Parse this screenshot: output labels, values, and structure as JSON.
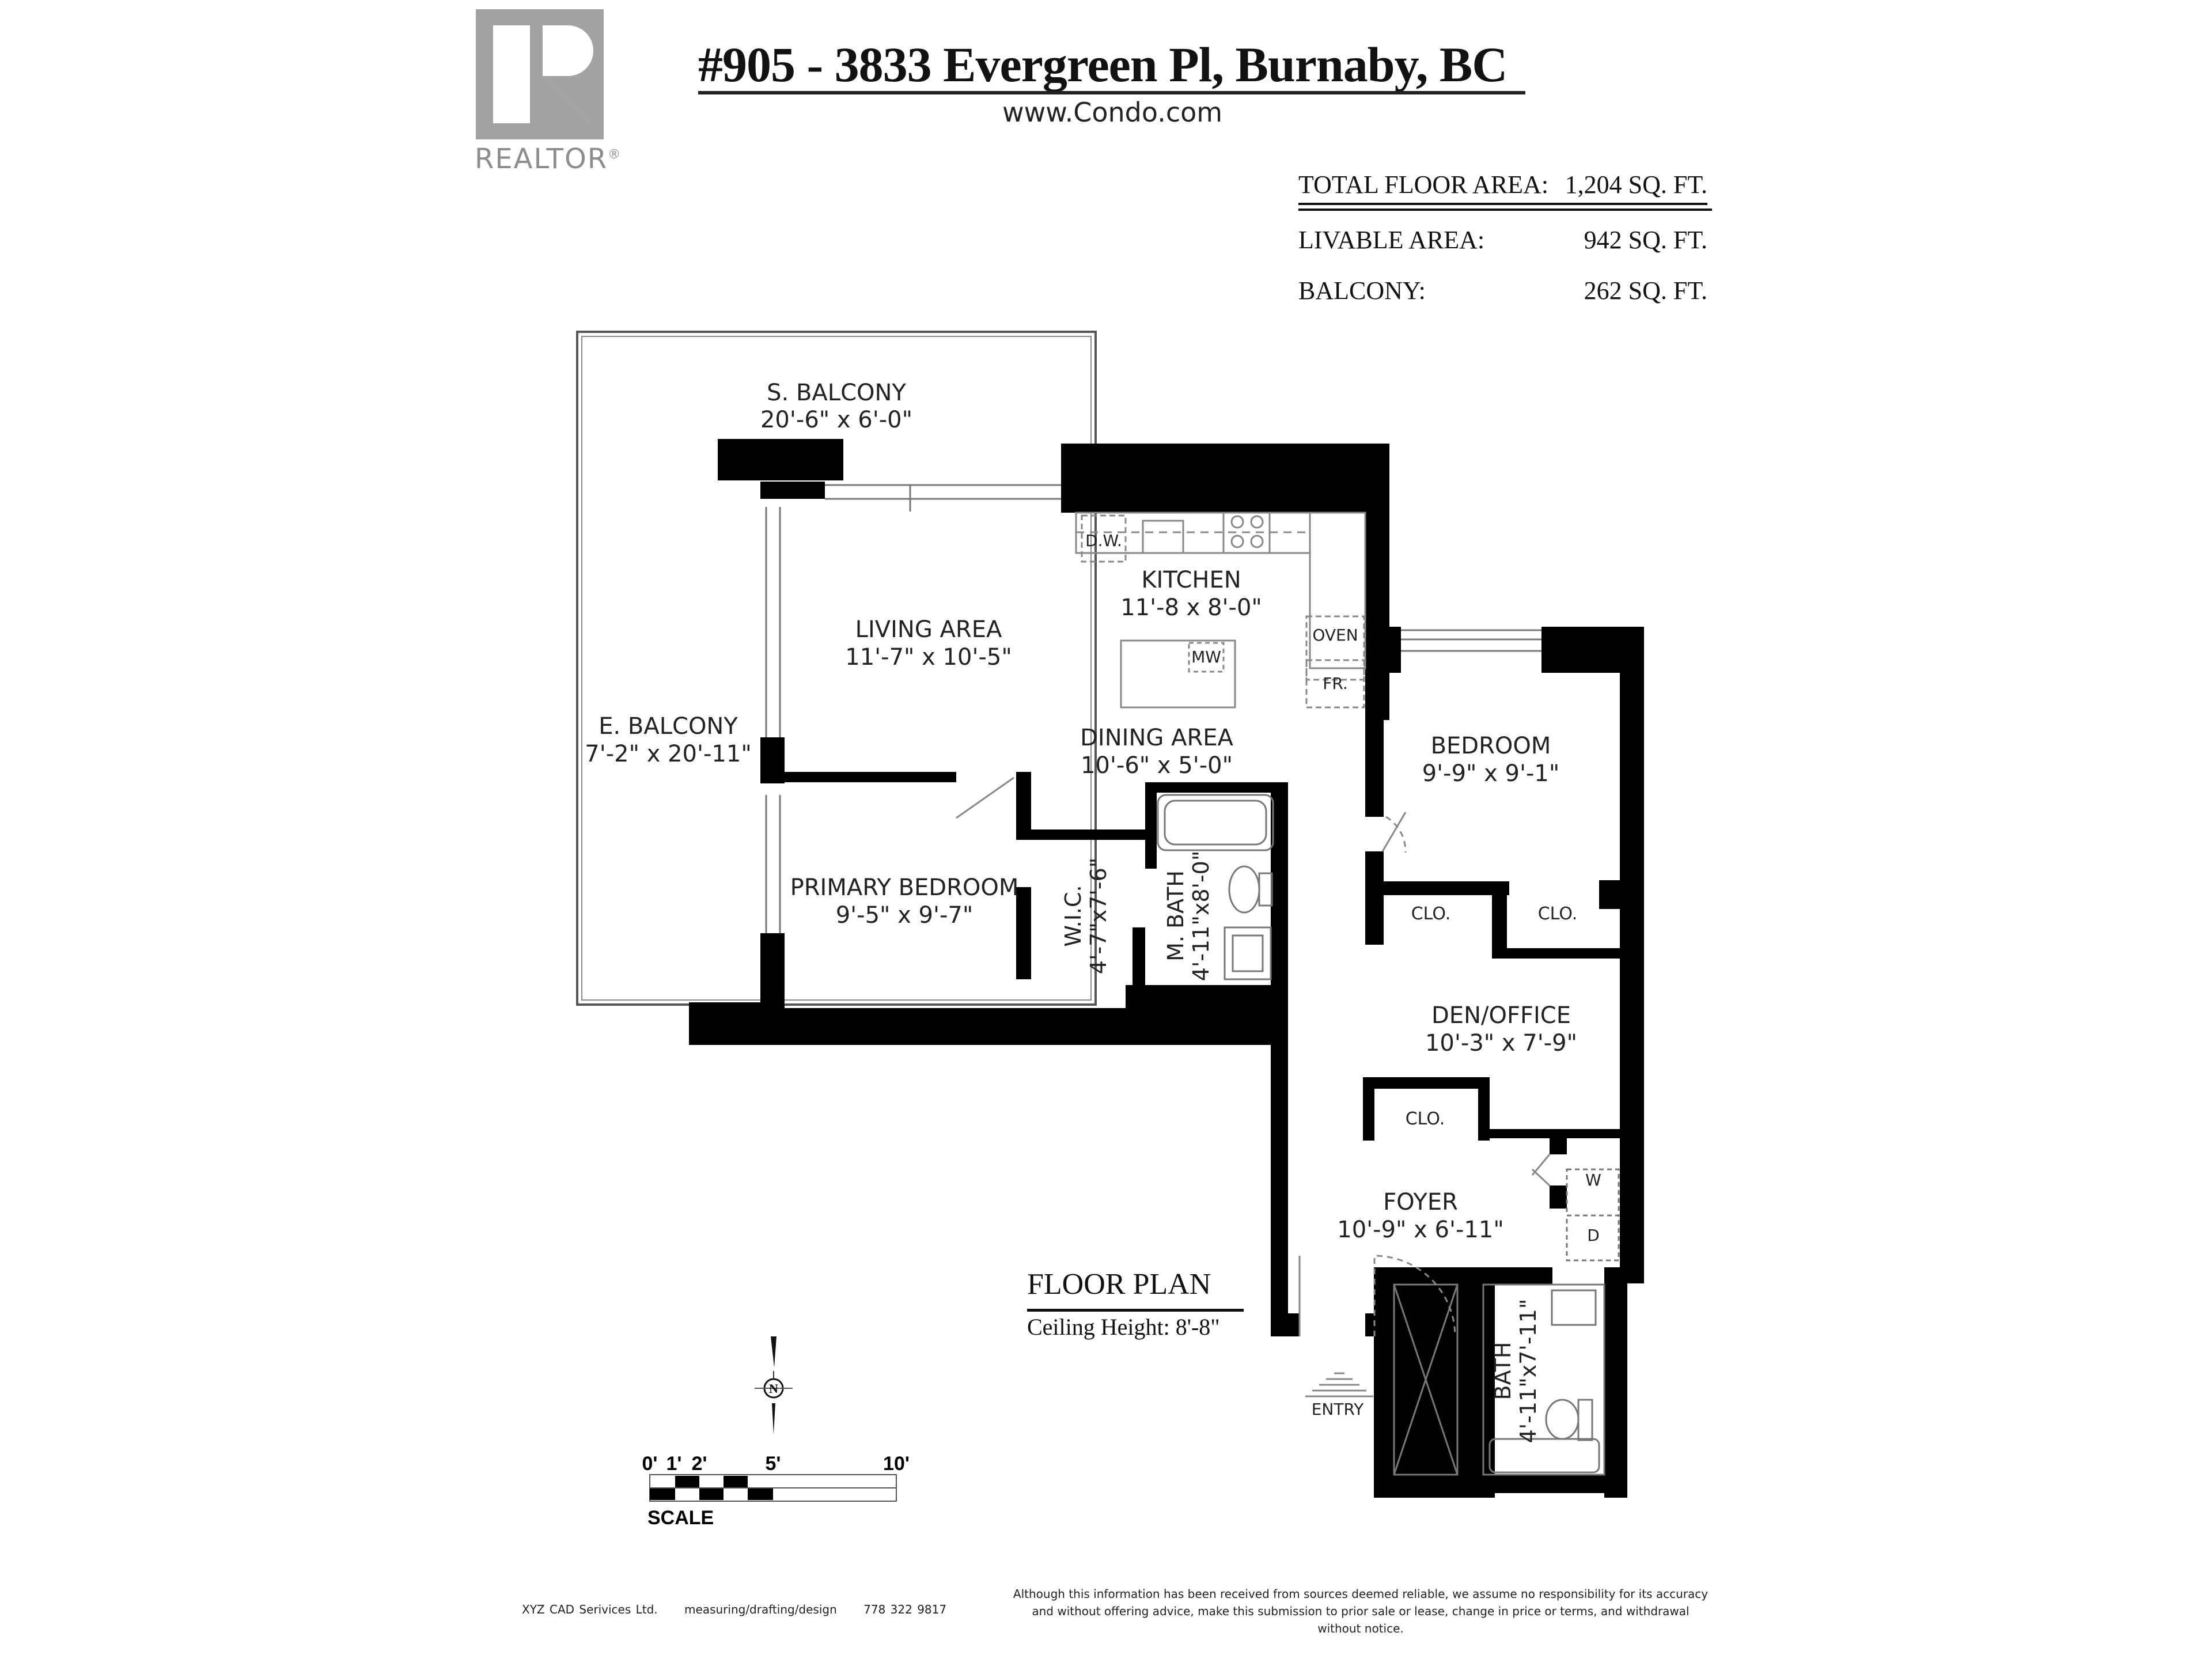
{
  "header": {
    "logo": {
      "icon": "realtor-r-icon",
      "text": "REALTOR",
      "mark": "®",
      "color": "#a3a3a3"
    },
    "title": "#905 - 3833 Evergreen Pl, Burnaby, BC",
    "website": "www.Condo.com"
  },
  "areas": [
    {
      "label": "TOTAL FLOOR AREA:",
      "value": "1,204 SQ. FT."
    },
    {
      "label": "LIVABLE AREA:",
      "value": "942 SQ. FT."
    },
    {
      "label": "BALCONY:",
      "value": "262 SQ. FT."
    }
  ],
  "rooms": {
    "s_balcony": {
      "name": "S. BALCONY",
      "dims": "20'-6\" x 6'-0\""
    },
    "e_balcony": {
      "name": "E. BALCONY",
      "dims": "7'-2\" x 20'-11\""
    },
    "living": {
      "name": "LIVING AREA",
      "dims": "11'-7\" x 10'-5\""
    },
    "kitchen": {
      "name": "KITCHEN",
      "dims": "11'-8 x 8'-0\""
    },
    "dining": {
      "name": "DINING AREA",
      "dims": "10'-6\" x 5'-0\""
    },
    "primary_bedroom": {
      "name": "PRIMARY BEDROOM",
      "dims": "9'-5\" x 9'-7\""
    },
    "wic": {
      "name": "W.I.C.",
      "dims": "4'-7\"x7'-6\""
    },
    "m_bath": {
      "name": "M. BATH",
      "dims": "4'-11\"x8'-0\""
    },
    "bedroom": {
      "name": "BEDROOM",
      "dims": "9'-9\" x 9'-1\""
    },
    "den": {
      "name": "DEN/OFFICE",
      "dims": "10'-3\" x 7'-9\""
    },
    "foyer": {
      "name": "FOYER",
      "dims": "10'-9\" x 6'-11\""
    },
    "bath": {
      "name": "BATH",
      "dims": "4'-11\"x7'-11\""
    }
  },
  "fixtures": {
    "dishwasher": "D.W.",
    "microwave": "MW",
    "oven": "OVEN",
    "fridge": "FR.",
    "closet": "CLO.",
    "washer": "W",
    "dryer": "D",
    "entry": "ENTRY"
  },
  "legend": {
    "title": "FLOOR PLAN",
    "ceiling": "Ceiling Height: 8'-8\"",
    "north": "N",
    "scale_label": "SCALE",
    "scale_ticks": [
      "0'",
      "1'",
      "2'",
      "5'",
      "10'"
    ]
  },
  "footer": {
    "company": "XYZ CAD Serivices Ltd.",
    "services": "measuring/drafting/design",
    "phone": "778 322 9817",
    "disclaimer": "Although this information has been received from sources deemed reliable, we assume no responsibility for its accuracy and without offering advice, make this submission to prior sale or lease, change in price or terms, and withdrawal without notice."
  }
}
